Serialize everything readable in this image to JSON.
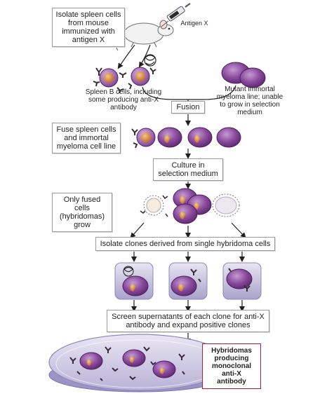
{
  "steps": {
    "isolate": "Isolate spleen cells from mouse immunized with antigen X",
    "fusion": "Fusion",
    "fuse": "Fuse spleen cells and immortal myeloma cell line",
    "culture": "Culture in selection medium",
    "only_fused": "Only fused cells (hybridomas) grow",
    "clones": "Isolate clones derived from single hybridoma cells",
    "screen": "Screen supernatants of each clone for anti-X antibody and expand positive clones"
  },
  "labels": {
    "antigen": "Antigen X",
    "spleen_b": "Spleen B cells, including some producing anti-X antibody",
    "myeloma": "Mutant immortal myeloma line; unable to grow in selection medium"
  },
  "result": "Hybridomas producing monoclonal anti-X antibody",
  "colors": {
    "myeloma": "#7b3a8e",
    "nucleus": "#d4822a",
    "antibody": "#3a2b3c",
    "dish": "#c9c3df",
    "result_border": "#b2183d"
  }
}
